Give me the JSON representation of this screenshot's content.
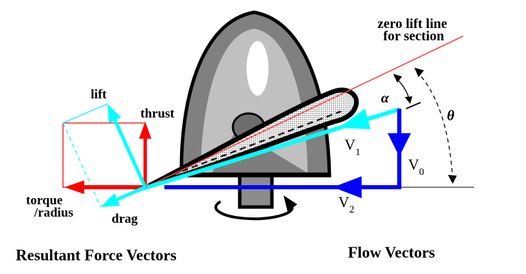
{
  "diagram_title": "Propeller blade section force and flow vector diagram",
  "colors": {
    "red": "#ff0000",
    "zero_lift_red": "#ff4040",
    "cyan": "#00ffff",
    "blue": "#0000ff",
    "dome_outer": "#808080",
    "dome_inner": "#c0c0c0",
    "highlight": "#ffffff",
    "shaft": "#8c8c8c",
    "black": "#000000",
    "bg": "#ffffff"
  },
  "labels": {
    "force_diagram": {
      "lift": "lift",
      "thrust": "thrust",
      "torque_line1": "torque",
      "torque_line2": "/radius",
      "drag": "drag",
      "caption": "Resultant Force Vectors"
    },
    "flow_diagram": {
      "zero_lift_line1": "zero lift line",
      "zero_lift_line2": "for section",
      "alpha": "α",
      "theta": "θ",
      "v1_base": "V",
      "v1_sub": "1",
      "v0_base": "V",
      "v0_sub": "0",
      "v2_base": "V",
      "v2_sub": "2",
      "caption": "Flow Vectors"
    }
  }
}
